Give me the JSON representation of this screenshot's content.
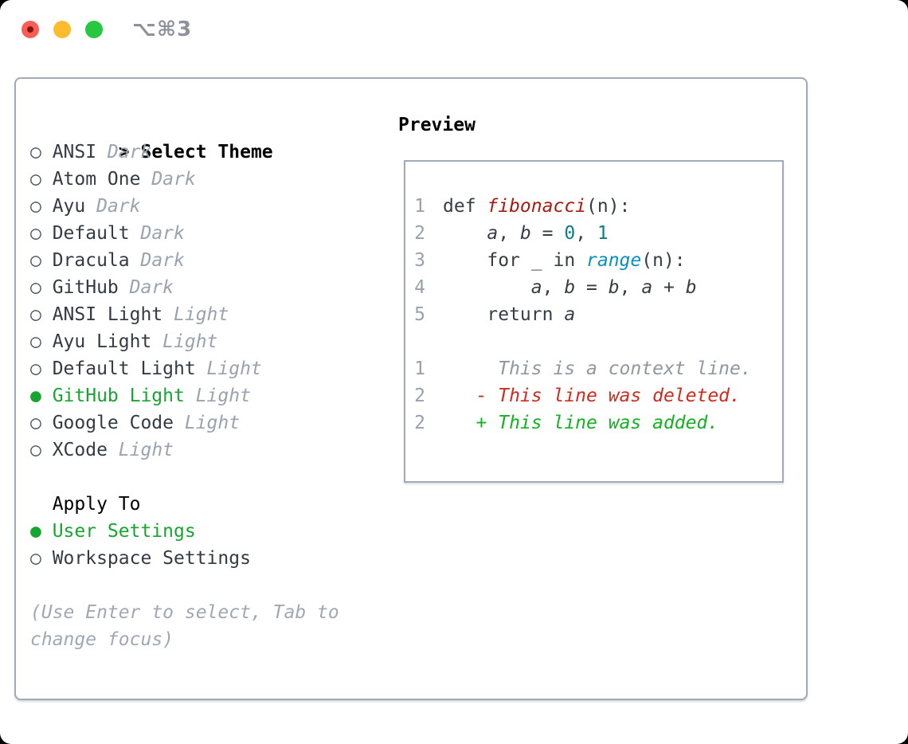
{
  "window": {
    "shortcut": "⌥⌘3",
    "traffic_lights": [
      {
        "name": "close-button",
        "color": "#f95e56"
      },
      {
        "name": "minimize-button",
        "color": "#fdbc2e"
      },
      {
        "name": "zoom-button",
        "color": "#27c83f"
      }
    ]
  },
  "colors": {
    "accent_green": "#16a62f",
    "added_green": "#12b220",
    "deleted_red": "#cf2b1e",
    "function_red": "#a61b12",
    "number_teal": "#0d7e81",
    "builtin_blue": "#0a90c5",
    "muted_gray": "#9aa3ae",
    "border_gray": "#a2aab5",
    "text_dark": "#343b44"
  },
  "theme_panel": {
    "header_prefix": ">",
    "header_label": "Select Theme",
    "bullets": {
      "unselected": "○",
      "selected": "●"
    },
    "items": [
      {
        "name": "ANSI",
        "variant": "Dark",
        "selected": false
      },
      {
        "name": "Atom One",
        "variant": "Dark",
        "selected": false
      },
      {
        "name": "Ayu",
        "variant": "Dark",
        "selected": false
      },
      {
        "name": "Default",
        "variant": "Dark",
        "selected": false
      },
      {
        "name": "Dracula",
        "variant": "Dark",
        "selected": false
      },
      {
        "name": "GitHub",
        "variant": "Dark",
        "selected": false
      },
      {
        "name": "ANSI Light",
        "variant": "Light",
        "selected": false
      },
      {
        "name": "Ayu Light",
        "variant": "Light",
        "selected": false
      },
      {
        "name": "Default Light",
        "variant": "Light",
        "selected": false
      },
      {
        "name": "GitHub Light",
        "variant": "Light",
        "selected": true
      },
      {
        "name": "Google Code",
        "variant": "Light",
        "selected": false
      },
      {
        "name": "XCode",
        "variant": "Light",
        "selected": false
      }
    ],
    "apply_to": {
      "label": "Apply To",
      "options": [
        {
          "label": "User Settings",
          "selected": true
        },
        {
          "label": "Workspace Settings",
          "selected": false
        }
      ]
    },
    "hint_lines": [
      "(Use Enter to select, Tab to",
      "change focus)"
    ]
  },
  "preview": {
    "title": "Preview",
    "code_lines": [
      {
        "num": "1",
        "tokens": [
          {
            "t": "def ",
            "s": "kw"
          },
          {
            "t": "fibonacci",
            "s": "fn"
          },
          {
            "t": "(n):",
            "s": "pl"
          }
        ]
      },
      {
        "num": "2",
        "tokens": [
          {
            "t": "    ",
            "s": "pl"
          },
          {
            "t": "a",
            "s": "var"
          },
          {
            "t": ", ",
            "s": "pl"
          },
          {
            "t": "b",
            "s": "var"
          },
          {
            "t": " = ",
            "s": "pl"
          },
          {
            "t": "0",
            "s": "num"
          },
          {
            "t": ", ",
            "s": "pl"
          },
          {
            "t": "1",
            "s": "num"
          }
        ]
      },
      {
        "num": "3",
        "tokens": [
          {
            "t": "    for _ in ",
            "s": "pl"
          },
          {
            "t": "range",
            "s": "builtin"
          },
          {
            "t": "(n):",
            "s": "pl"
          }
        ]
      },
      {
        "num": "4",
        "tokens": [
          {
            "t": "        ",
            "s": "pl"
          },
          {
            "t": "a",
            "s": "var"
          },
          {
            "t": ", ",
            "s": "pl"
          },
          {
            "t": "b",
            "s": "var"
          },
          {
            "t": " = ",
            "s": "pl"
          },
          {
            "t": "b",
            "s": "var"
          },
          {
            "t": ", ",
            "s": "pl"
          },
          {
            "t": "a",
            "s": "var"
          },
          {
            "t": " + ",
            "s": "pl"
          },
          {
            "t": "b",
            "s": "var"
          }
        ]
      },
      {
        "num": "5",
        "tokens": [
          {
            "t": "    return ",
            "s": "pl"
          },
          {
            "t": "a",
            "s": "var"
          }
        ]
      },
      {
        "num": "",
        "tokens": []
      },
      {
        "num": "1",
        "tokens": [
          {
            "t": "     This is a context line.",
            "s": "ctx"
          }
        ]
      },
      {
        "num": "2",
        "tokens": [
          {
            "t": "   - This line was deleted.",
            "s": "del"
          }
        ]
      },
      {
        "num": "2",
        "tokens": [
          {
            "t": "   + This line was added.",
            "s": "add"
          }
        ]
      }
    ]
  }
}
